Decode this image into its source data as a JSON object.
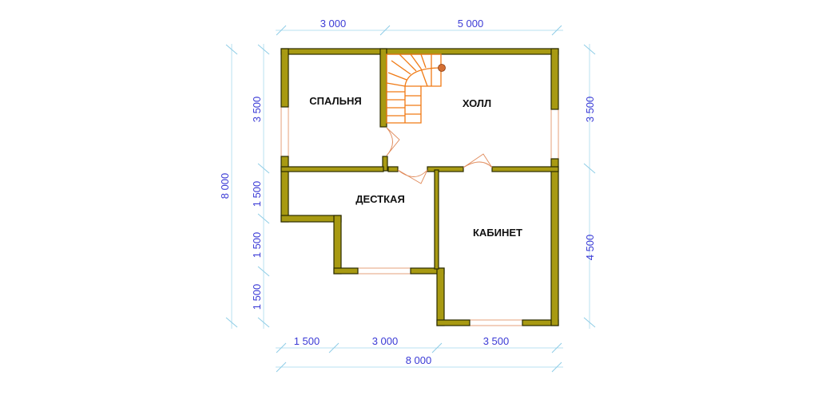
{
  "rooms": {
    "bedroom": "СПАЛЬНЯ",
    "hall": "ХОЛЛ",
    "kids": "ДЕСТКАЯ",
    "office": "КАБИНЕТ"
  },
  "dimensions": {
    "top": [
      "3 000",
      "5 000"
    ],
    "bottom": [
      "1 500",
      "3 000",
      "3 500"
    ],
    "bottom_total": "8 000",
    "left": [
      "3 500",
      "1 500",
      "1 500",
      "1 500"
    ],
    "left_total": "8 000",
    "right": [
      "3 500",
      "4 500"
    ]
  },
  "colors": {
    "wall": "#a89a12",
    "dimension_text": "#3b3bd6",
    "dimension_line": "#b9e0f0",
    "stair": "#f07a14",
    "opening": "#e08a5a"
  }
}
